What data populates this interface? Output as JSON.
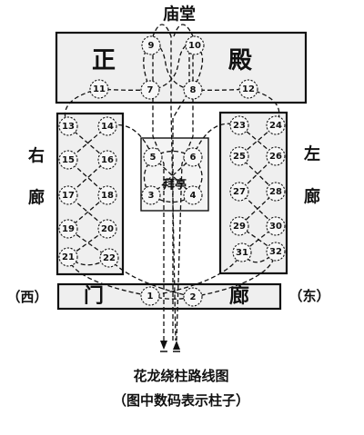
{
  "labels": {
    "top_hall": "庙堂",
    "main_hall_left": "正",
    "main_hall_right": "殿",
    "right_corridor": "右廊",
    "left_corridor": "左廊",
    "west": "（西）",
    "east": "（东）",
    "gate_left": "门",
    "gate_right": "廊",
    "center": "拜亭",
    "exit_mark": "↓↑"
  },
  "pillars": [
    "1",
    "2",
    "3",
    "4",
    "5",
    "6",
    "7",
    "8",
    "9",
    "10",
    "11",
    "12",
    "13",
    "14",
    "15",
    "16",
    "17",
    "18",
    "19",
    "20",
    "21",
    "22",
    "23",
    "24",
    "25",
    "26",
    "27",
    "28",
    "29",
    "30",
    "31",
    "32"
  ],
  "caption": {
    "title": "花龙绕柱路线图",
    "subtitle": "（图中数码表示柱子）"
  }
}
